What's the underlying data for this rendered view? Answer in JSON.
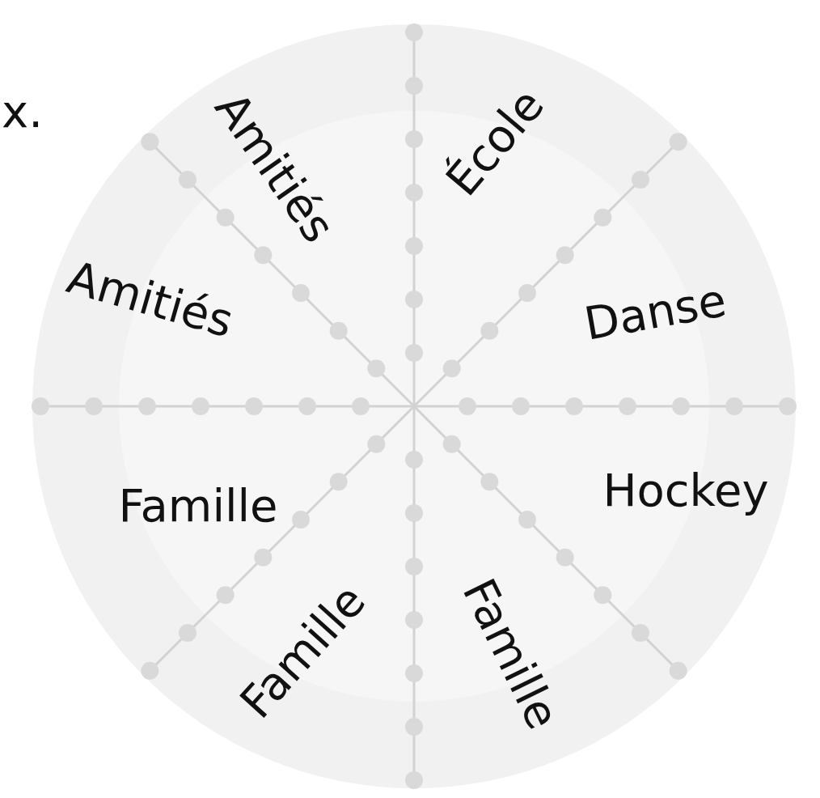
{
  "diagram": {
    "labels": [
      "x.",
      "Amitiés",
      "École",
      "Danse",
      "Hockey",
      "Famille",
      "Famille",
      "Famille",
      "Amitiés"
    ]
  }
}
